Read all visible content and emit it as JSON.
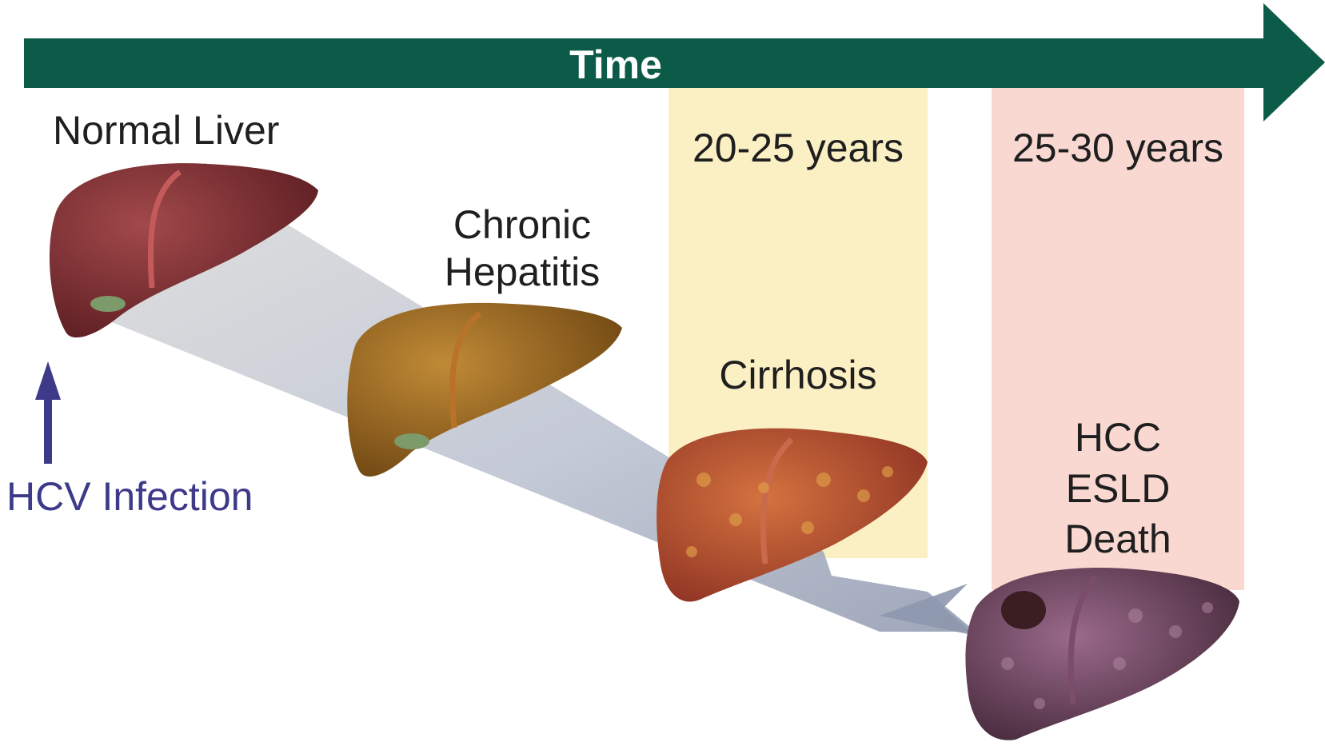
{
  "colors": {
    "timeline_arrow": "#0c5a48",
    "band_stage3": "#fbf0c4",
    "band_stage4": "#f9d8d2",
    "infection_arrow": "#3d3a8a",
    "liver_normal": "#7a2d2d",
    "liver_hepatitis": "#9a6a1f",
    "liver_cirrhosis": "#b54c3a",
    "liver_hcc": "#6a3f5e"
  },
  "timeline": {
    "label": "Time"
  },
  "infection": {
    "label": "HCV Infection"
  },
  "stages": [
    {
      "title": "Normal Liver"
    },
    {
      "title": "Chronic\nHepatitis"
    },
    {
      "duration": "20-25 years",
      "title": "Cirrhosis"
    },
    {
      "duration": "25-30 years",
      "outcomes": [
        "HCC",
        "ESLD",
        "Death"
      ]
    }
  ]
}
